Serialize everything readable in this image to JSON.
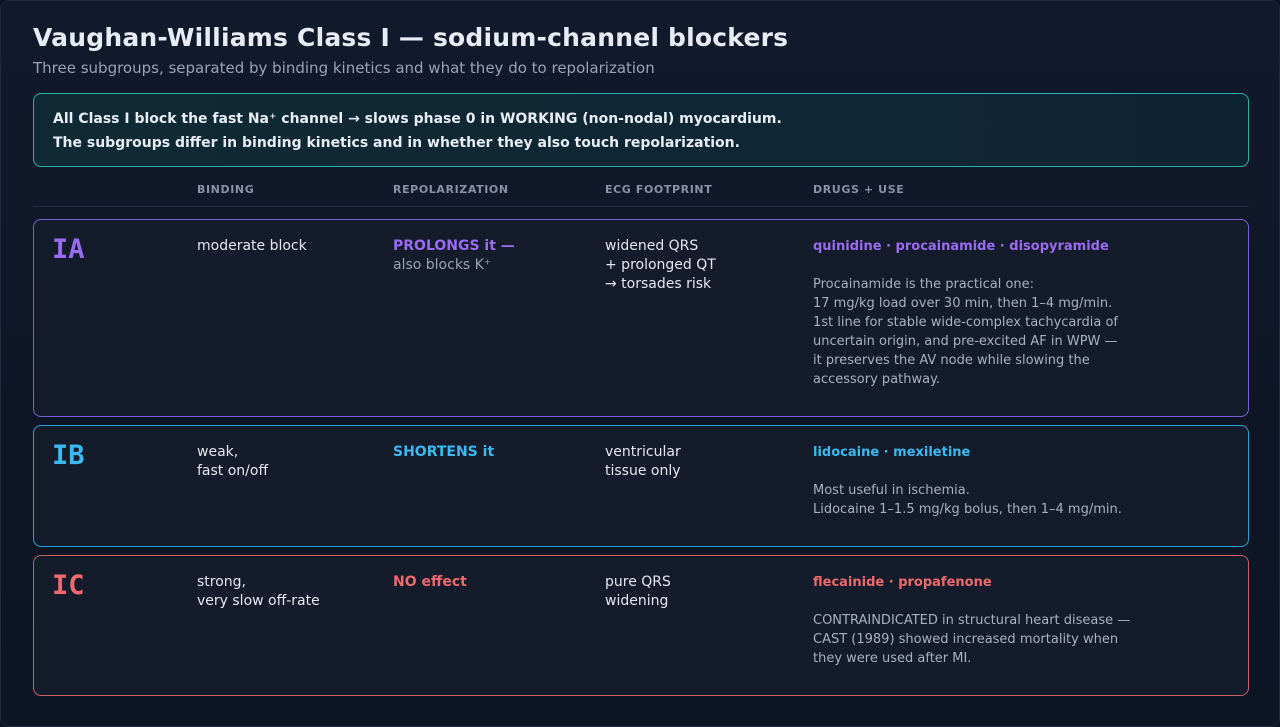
{
  "title": "Vaughan-Williams Class I — sodium-channel blockers",
  "subtitle": "Three subgroups, separated by binding kinetics and what they do to repolarization",
  "banner": {
    "line1": "All Class I block the fast Na⁺ channel → slows phase 0 in WORKING (non-nodal) myocardium.",
    "line2": "The subgroups differ in binding kinetics and in whether they also touch repolarization."
  },
  "columns": [
    "BINDING",
    "REPOLARIZATION",
    "ECG FOOTPRINT",
    "DRUGS + USE"
  ],
  "colors": {
    "ia": "#9b6bf2",
    "ib": "#3bb9f0",
    "ic": "#ef6a6d",
    "banner_border": "#2bb3a9"
  },
  "rows": [
    {
      "class": "IA",
      "binding": [
        "moderate block"
      ],
      "repol_main": "PROLONGS it —",
      "repol_sub": "also blocks K⁺",
      "ecg": [
        "widened QRS",
        "+ prolonged QT",
        "→ torsades risk"
      ],
      "drugs": "quinidine · procainamide · disopyramide",
      "note": [
        "Procainamide is the practical one:",
        "17 mg/kg load over 30 min, then 1–4 mg/min.",
        "1st line for stable wide-complex tachycardia of",
        "uncertain origin, and pre-excited AF in WPW —",
        "it preserves the AV node while slowing the",
        "accessory pathway."
      ]
    },
    {
      "class": "IB",
      "binding": [
        "weak,",
        "fast on/off"
      ],
      "repol_main": "SHORTENS it",
      "repol_sub": "",
      "ecg": [
        "ventricular",
        "tissue only"
      ],
      "drugs": "lidocaine · mexiletine",
      "note": [
        "Most useful in ischemia.",
        "Lidocaine 1–1.5 mg/kg bolus, then 1–4 mg/min."
      ]
    },
    {
      "class": "IC",
      "binding": [
        "strong,",
        "very slow off-rate"
      ],
      "repol_main": "NO effect",
      "repol_sub": "",
      "ecg": [
        "pure QRS",
        "widening"
      ],
      "drugs": "flecainide · propafenone",
      "note": [
        "CONTRAINDICATED in structural heart disease —",
        "CAST (1989) showed increased mortality when",
        "they were used after MI."
      ]
    }
  ]
}
